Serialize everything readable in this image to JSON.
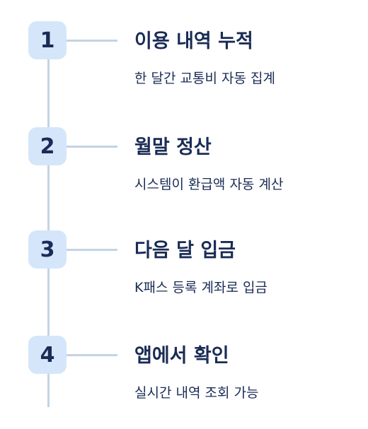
{
  "steps": [
    {
      "number": "1",
      "title": "이용 내역 누적",
      "desc": "한 달간 교통비 자동 집계"
    },
    {
      "number": "2",
      "title": "월말 정산",
      "desc": "시스템이 환급액 자동 계산"
    },
    {
      "number": "3",
      "title": "다음 달 입금",
      "desc": "K패스 등록 계좌로 입금"
    },
    {
      "number": "4",
      "title": "앱에서 확인",
      "desc": "실시간 내역 조회 가능"
    }
  ],
  "colors": {
    "badge_bg": "#d5e6fa",
    "text": "#1a2c55",
    "line": "#c4d3e3"
  }
}
